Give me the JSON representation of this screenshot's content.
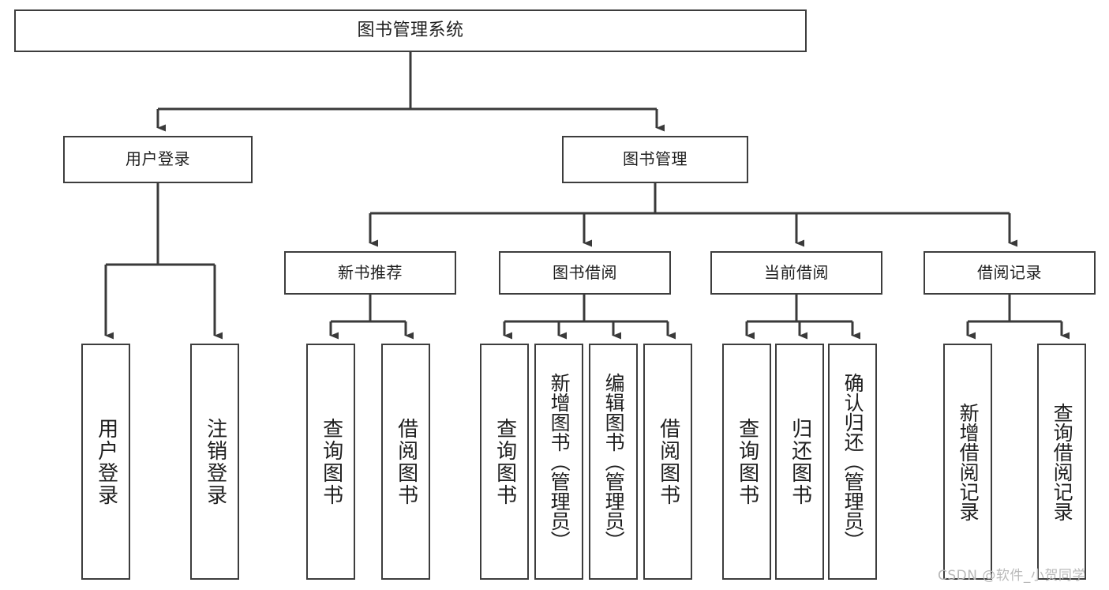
{
  "diagram": {
    "type": "tree",
    "title": "图书管理系统",
    "colors": {
      "background": "#ffffff",
      "border": "#3d3d3d",
      "connector": "#3a3a3a",
      "text": "#1f1f1f",
      "watermark": "#b9b9b9"
    },
    "root": {
      "label": "图书管理系统"
    },
    "level2": [
      {
        "label": "用户登录"
      },
      {
        "label": "图书管理"
      }
    ],
    "level3": [
      {
        "label": "新书推荐"
      },
      {
        "label": "图书借阅"
      },
      {
        "label": "当前借阅"
      },
      {
        "label": "借阅记录"
      }
    ],
    "leaves": {
      "user_login": [
        {
          "label": "用户登录"
        },
        {
          "label": "注销登录"
        }
      ],
      "new_book_recommend": [
        {
          "label": "查询图书"
        },
        {
          "label": "借阅图书"
        }
      ],
      "book_borrow": [
        {
          "label": "查询图书"
        },
        {
          "label": "新增图书（管理员）"
        },
        {
          "label": "编辑图书（管理员）"
        },
        {
          "label": "借阅图书"
        }
      ],
      "current_borrow": [
        {
          "label": "查询图书"
        },
        {
          "label": "归还图书"
        },
        {
          "label": "确认归还（管理员）"
        }
      ],
      "borrow_record": [
        {
          "label": "新增借阅记录"
        },
        {
          "label": "查询借阅记录"
        }
      ]
    }
  },
  "watermark": {
    "text": "CSDN @软件_小贺同学"
  }
}
